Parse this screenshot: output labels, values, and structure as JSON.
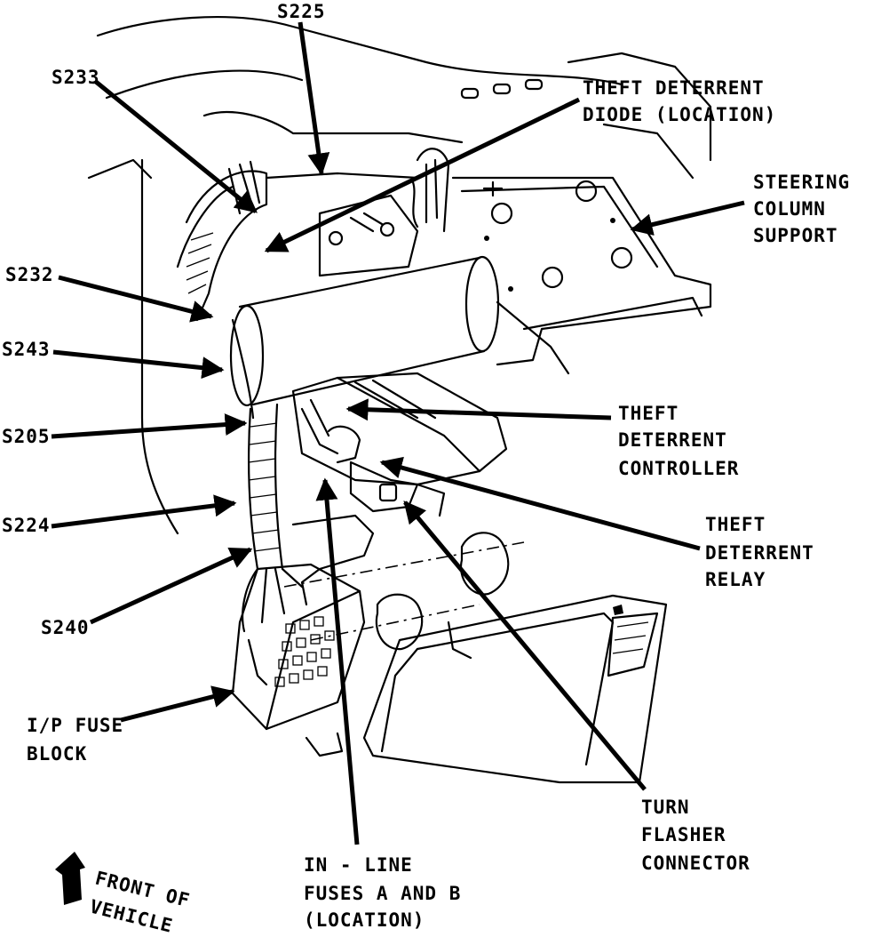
{
  "labels": {
    "s225": "S225",
    "s233": "S233",
    "theft_diode_1": "THEFT DETERRENT",
    "theft_diode_2": "DIODE (LOCATION)",
    "steering_1": "STEERING",
    "steering_2": "COLUMN",
    "steering_3": "SUPPORT",
    "s232": "S232",
    "s243": "S243",
    "s205": "S205",
    "controller_1": "THEFT",
    "controller_2": "DETERRENT",
    "controller_3": "CONTROLLER",
    "s224": "S224",
    "relay_1": "THEFT",
    "relay_2": "DETERRENT",
    "relay_3": "RELAY",
    "s240": "S240",
    "fuse_block_1": "I/P FUSE",
    "fuse_block_2": "BLOCK",
    "flasher_1": "TURN",
    "flasher_2": "FLASHER",
    "flasher_3": "CONNECTOR",
    "inline_1": "IN - LINE",
    "inline_2": "FUSES A AND B",
    "inline_3": "(LOCATION)",
    "front_1": "FRONT OF",
    "front_2": "VEHICLE"
  },
  "icons": {
    "front_arrow": "front-of-vehicle-arrow-icon"
  }
}
